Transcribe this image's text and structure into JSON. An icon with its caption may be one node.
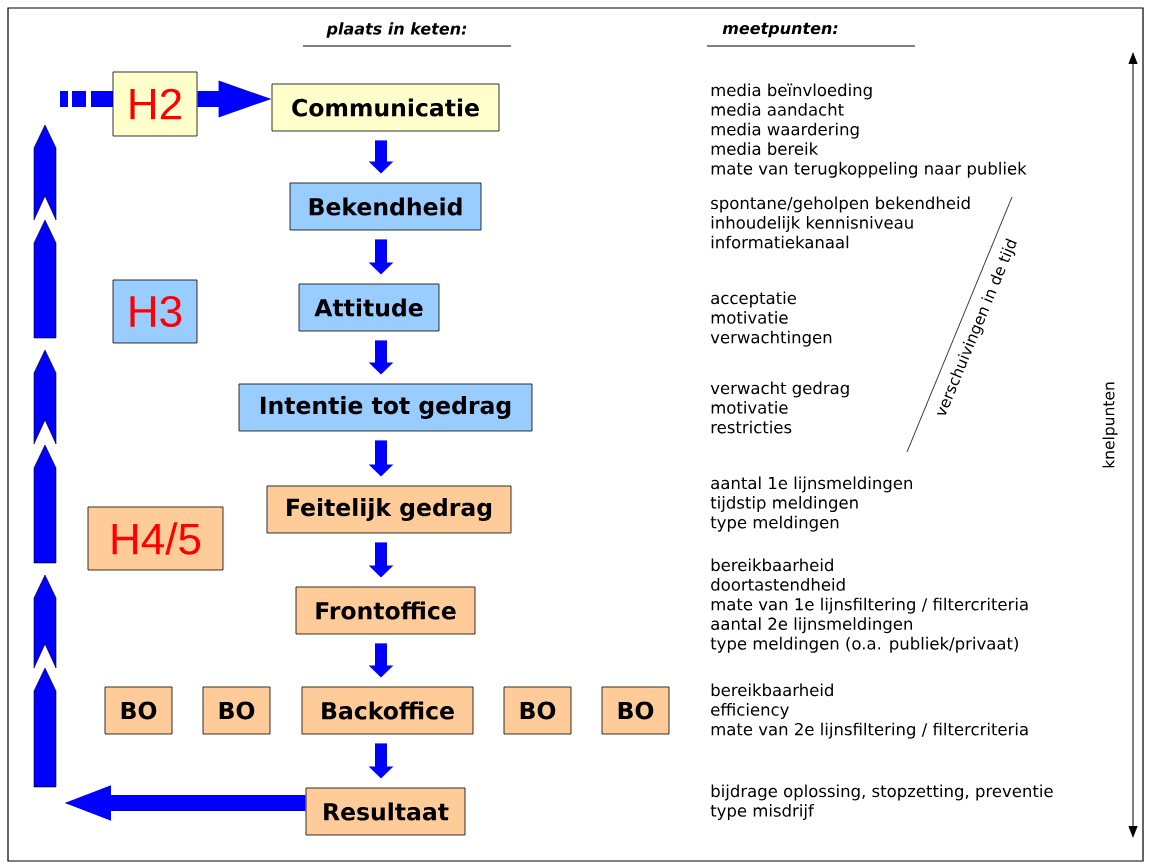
{
  "diagram": {
    "nodes": [
      {
        "text": [
          "H2"
        ]
      },
      {
        "text": [
          "Communicatie"
        ]
      },
      {
        "text": [
          "Bekendheid"
        ]
      },
      {
        "text": [
          "H3"
        ]
      },
      {
        "text": [
          "Attitude"
        ]
      },
      {
        "text": [
          "Intentie tot gedrag"
        ]
      },
      {
        "text": [
          "Feitelijk gedrag"
        ]
      },
      {
        "text": [
          "H4/5"
        ]
      },
      {
        "text": [
          "Frontoffice"
        ]
      },
      {
        "text": [
          "BO"
        ]
      },
      {
        "text": [
          "BO"
        ]
      },
      {
        "text": [
          "Backoffice"
        ]
      },
      {
        "text": [
          "BO"
        ]
      },
      {
        "text": [
          "BO"
        ]
      },
      {
        "text": [
          "Resultaat"
        ]
      }
    ],
    "edges": [
      {
        "from": 0,
        "to": 1,
        "arrow": "to"
      },
      {
        "from": 1,
        "to": 2,
        "arrow": "to"
      },
      {
        "from": 2,
        "to": 4,
        "arrow": "to"
      },
      {
        "from": 4,
        "to": 5,
        "arrow": "to"
      },
      {
        "from": 5,
        "to": 6,
        "arrow": "to"
      },
      {
        "from": 6,
        "to": 8,
        "arrow": "to"
      },
      {
        "from": 8,
        "to": 11,
        "arrow": "to"
      },
      {
        "from": 11,
        "to": 14,
        "arrow": "to"
      },
      {
        "from": 14,
        "to": null,
        "arrow": "to"
      }
    ],
    "labels": [
      "plaats in keten:",
      "meetpunten:",
      "media beïnvloeding",
      "media aandacht",
      "media waardering",
      "media bereik",
      "mate van terugkoppeling naar publiek",
      "spontane/geholpen bekendheid",
      "inhoudelijk kennisniveau",
      "informatiekanaal",
      "acceptatie",
      "motivatie",
      "verwachtingen",
      "verwacht gedrag",
      "motivatie",
      "restricties",
      "aantal 1e lijnsmeldingen",
      "tijdstip meldingen",
      "type meldingen",
      "bereikbaarheid",
      "doortastendheid",
      "mate van 1e lijnsfiltering / filtercriteria",
      "aantal 2e lijnsmeldingen",
      "type meldingen (o.a. publiek/privaat)",
      "bereikbaarheid",
      "efficiency",
      "mate van 2e lijnsfiltering / filtercriteria",
      "bijdrage oplossing, stopzetting, preventie",
      "type misdrijf",
      "verschuivingen in de tijd",
      "knelpunten"
    ]
  }
}
